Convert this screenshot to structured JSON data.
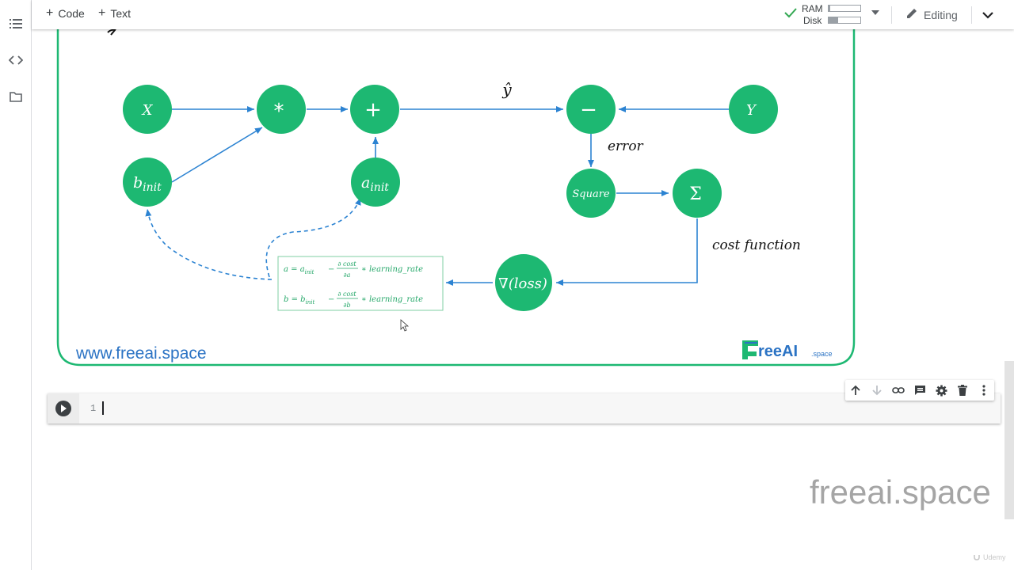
{
  "toolbar": {
    "add_code_label": "Code",
    "add_text_label": "Text",
    "ram_label": "RAM",
    "disk_label": "Disk",
    "ram_usage": 0.05,
    "disk_usage": 0.3,
    "editing_label": "Editing"
  },
  "diagram": {
    "nodes": {
      "x": "X",
      "multiply": "*",
      "add": "+",
      "subtract": "−",
      "y": "Y",
      "b_init": "b",
      "b_init_sub": "init",
      "a_init": "a",
      "a_init_sub": "init",
      "square": "Square",
      "sum": "Σ",
      "gradient": "∇(loss)"
    },
    "y_hat": "ŷ",
    "error_label": "error",
    "cost_label": "cost function",
    "update_a": {
      "lhs": "a = a",
      "sub": "init",
      "op": "−",
      "num": "∂ cost",
      "den": "∂a",
      "tail": "∗ learning_rate"
    },
    "update_b": {
      "lhs": "b = b",
      "sub": "init",
      "op": "−",
      "num": "∂ cost",
      "den": "∂b",
      "tail": "∗ learning_rate"
    },
    "footer_url": "www.freeai.space",
    "logo_text": "reeAI",
    "logo_suffix": ".space",
    "colors": {
      "node": "#1db872",
      "arrow": "#2c83d2",
      "border": "#1db872",
      "formula": "#26a86a",
      "footer_url": "#2b73c4"
    }
  },
  "cell": {
    "line_number": "1"
  },
  "watermark": "freeai.space",
  "udemy": "Udemy"
}
